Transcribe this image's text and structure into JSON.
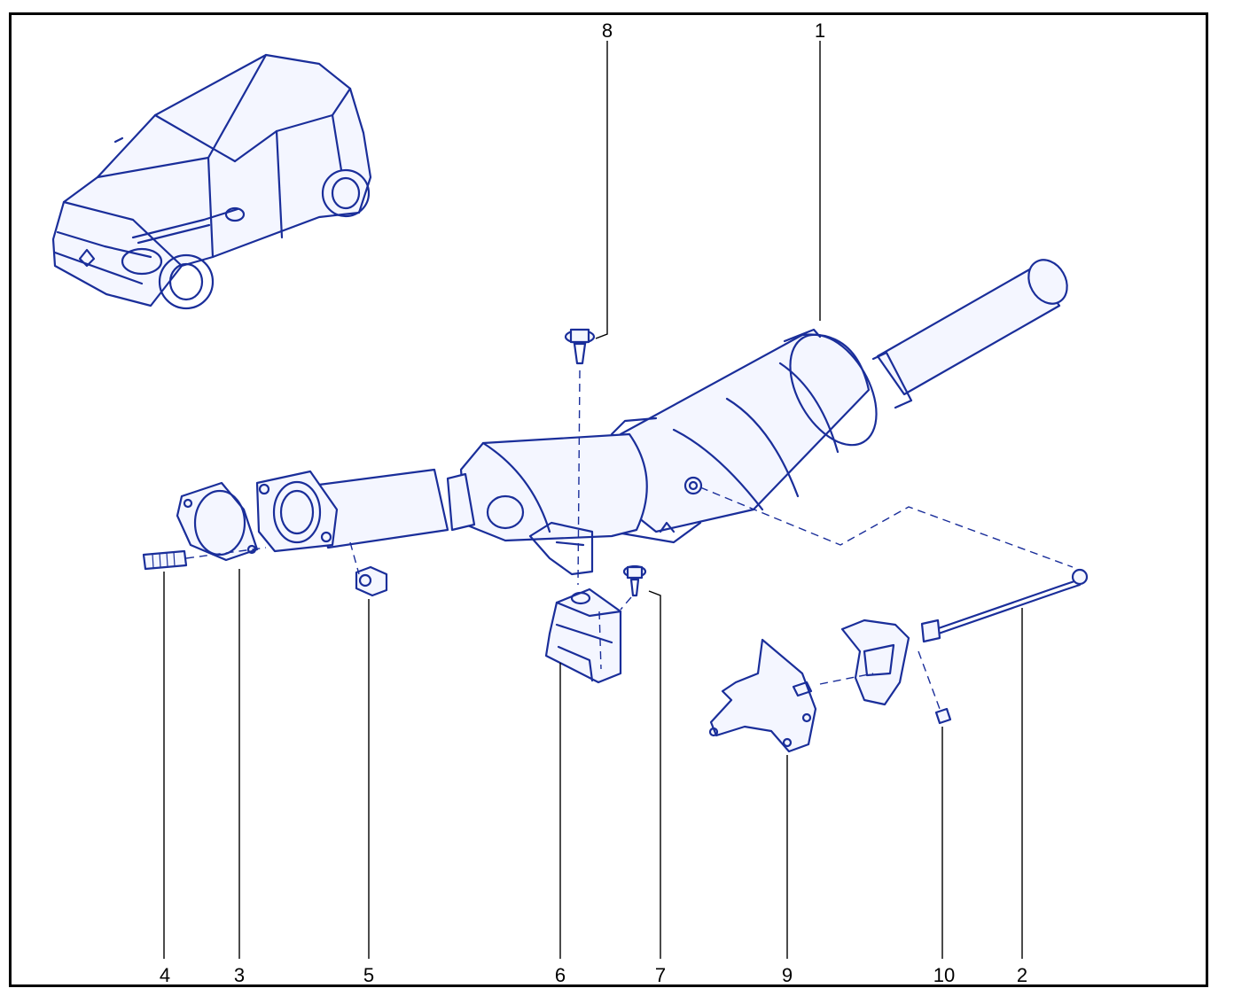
{
  "colors": {
    "line": "#1a2e9a",
    "leader": "#000000",
    "background": "#ffffff"
  },
  "callouts": {
    "c1": "1",
    "c2": "2",
    "c3": "3",
    "c4": "4",
    "c5": "5",
    "c6": "6",
    "c7": "7",
    "c8": "8",
    "c9": "9",
    "c10": "10"
  }
}
